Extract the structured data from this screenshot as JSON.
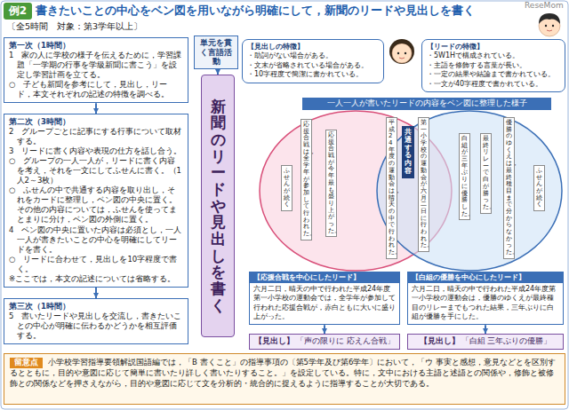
{
  "diagram": {
    "title": "書きたいことの中心をベン図を用いながら明確にして，新聞のリードや見出しを書く",
    "nodes": [
      {
        "text": [
          "例2"
        ]
      },
      {
        "text": [
          "第一次（1時間）",
          "1　家の人に学校の様子を伝えるために，学習課題「一学期の行事を学級新聞に書こう」を設定し学習計画を立てる。",
          "○　子ども新聞を参考にして，見出し，リード，本文それぞれの記述の特徴を調べる。"
        ]
      },
      {
        "text": [
          "第二次（3時間）",
          "2　グループごとに記事にする行事について取材する。",
          "3　リードに書く内容や表現の仕方を話し合う。",
          "○　グループの一人一人が，リードに書く内容を考え，それを一文にしてふせんに書く。（1人2～3枚）",
          "○　ふせんの中で共通する内容を取り出し，それをカードに整理し，ベン図の中央に置く。その他の内容については，ふせんを使ってまとまりに分け，ベン図の外側に置く。",
          "4　ベン図の中央に置いた内容は必須とし，一人一人が書きたいことの中心を明確にしてリードを書く。",
          "○　リードに合わせて，見出しを10字程度で書く。",
          "※ここでは，本文の記述については省略する。"
        ]
      },
      {
        "text": [
          "第三次（1時間）",
          "5　書いたリードや見出しを交流し，書きたいことの中心が明確に伝わるかどうかを相互評価する。"
        ]
      },
      {
        "text": [
          "単元を貫く言語活動"
        ]
      },
      {
        "text": [
          "新聞のリードや見出しを書く"
        ]
      },
      {
        "text": [
          "【見出しの特徴】",
          "・助詞がない場合がある。",
          "・文末が省略されている場合がある。",
          "・10字程度で簡潔に書かれている。"
        ]
      },
      {
        "text": [
          "【リードの特徴】",
          "・5W1Hで構成されている。",
          "・主語を修飾する言葉が長い。",
          "・一定の結果や結論まで書かれている。",
          "・一文が40字程度で書かれている。"
        ]
      },
      {
        "text": [
          "一人一人が書いたリードの内容をベン図に整理した様子"
        ]
      },
      {
        "text": [
          "ふせんが続く"
        ]
      },
      {
        "text": [
          "応援合戦は，全学年が参加して行われた。"
        ]
      },
      {
        "text": [
          "応援合戦が今年最も盛り上がった。"
        ]
      },
      {
        "text": [
          "平成24年度の運動会は，晴天の中で行われた。"
        ]
      },
      {
        "text": [
          "共通する内容"
        ]
      },
      {
        "text": [
          "第一小学校の運動会が六月二日に行われた。"
        ]
      },
      {
        "text": [
          "白組が三年ぶりに優勝した。"
        ]
      },
      {
        "text": [
          "最終リレーで白が勝った。"
        ]
      },
      {
        "text": [
          "優勝のゆくえは，最終種目まで分からなかった。"
        ]
      },
      {
        "text": [
          "ふせんが続く"
        ]
      },
      {
        "text": [
          "【応援合戦を中心にしたリード】",
          "六月二日，晴天の中で行われた平成24年度第一小学校の運動会では，全学年が参加して行われた応援合戦が，赤白ともに大いに盛り上がった。"
        ]
      },
      {
        "text": [
          "【白組の優勝を中心にしたリード】",
          "六月二日，晴天の中で行われた平成24年度第一小学校の運動会は，優勝のゆくえが最終種目のリレーまでもつれた結果，三年ぶりに白組が優勝を手にした。"
        ]
      },
      {
        "text": [
          "【見出し】",
          "「声の限りに 応えん合戦」"
        ]
      },
      {
        "text": [
          "【見出し】",
          "「白組 三年ぶりの優勝」"
        ]
      },
      {
        "text": [
          "留意点",
          "小学校学習指導要領解説国語編では，「B 書くこと」の指導事項の〔第5学年及び第6学年〕において，「ウ 事実と感想，意見などとを区別するとともに，目的や意図に応じて簡単に書いたり詳しく書いたりすること。」を設定している。特に，文中における主語と述語との関係や，修飾と被修飾との関係などを押さえながら，目的や意図に応じて文を分析的・統合的に捉えるように指導することが大切である。"
        ]
      }
    ],
    "edges": [
      {
        "from": 1,
        "to": 2,
        "arrow": "to"
      },
      {
        "from": 2,
        "to": 3,
        "arrow": "to"
      },
      {
        "from": 4,
        "to": 5,
        "arrow": "to"
      },
      {
        "from": 19,
        "to": 21,
        "arrow": "to"
      },
      {
        "from": 20,
        "to": 22,
        "arrow": "to"
      }
    ],
    "labels": [
      "〔全5時間　対象：第3学年以上〕",
      "ReseMom"
    ]
  }
}
